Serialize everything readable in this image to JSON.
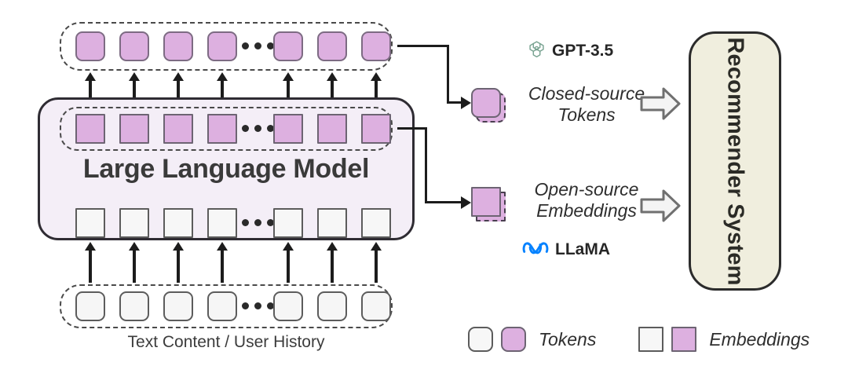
{
  "diagram": {
    "title_llm": "Large Language Model",
    "input_caption": "Text Content / User History",
    "ellipsis": "•••",
    "sequence_length_visible": 7,
    "rows": [
      {
        "id": "output-tokens-row",
        "kind": "token",
        "fill": "purple",
        "count": 7
      },
      {
        "id": "hidden-embeddings-row",
        "kind": "embedding",
        "fill": "purple",
        "count": 7
      },
      {
        "id": "inner-embeddings-row",
        "kind": "embedding",
        "fill": "white",
        "count": 7
      },
      {
        "id": "input-tokens-row",
        "kind": "token",
        "fill": "white",
        "count": 7
      }
    ]
  },
  "branches": [
    {
      "id": "closed-source",
      "brand": "GPT-3.5",
      "brand_icon": "openai-logo-icon",
      "brand_color": "#79a391",
      "label_line1": "Closed-source",
      "label_line2": "Tokens",
      "icon_shape": "rounded"
    },
    {
      "id": "open-source",
      "brand": "LLaMA",
      "brand_icon": "meta-logo-icon",
      "brand_color": "#0582ff",
      "label_line1": "Open-source",
      "label_line2": "Embeddings",
      "icon_shape": "square"
    }
  ],
  "recommender": {
    "label": "Recommender System"
  },
  "legend": [
    {
      "id": "tokens",
      "shape": "rounded",
      "label": "Tokens"
    },
    {
      "id": "embeddings",
      "shape": "square",
      "label": "Embeddings"
    }
  ],
  "colors": {
    "purple_fill": "#ddb0e0",
    "purple_border": "#6d6473",
    "white_fill": "#f7f7f7",
    "white_border": "#5c5c5c",
    "llm_fill": "#f4eef7",
    "llm_border": "#2f2c33",
    "recommender_fill": "#f0eede",
    "recommender_border": "#2b2b2b",
    "arrow": "#1c1c1c",
    "openai_green": "#79a391",
    "meta_blue": "#0582ff"
  }
}
